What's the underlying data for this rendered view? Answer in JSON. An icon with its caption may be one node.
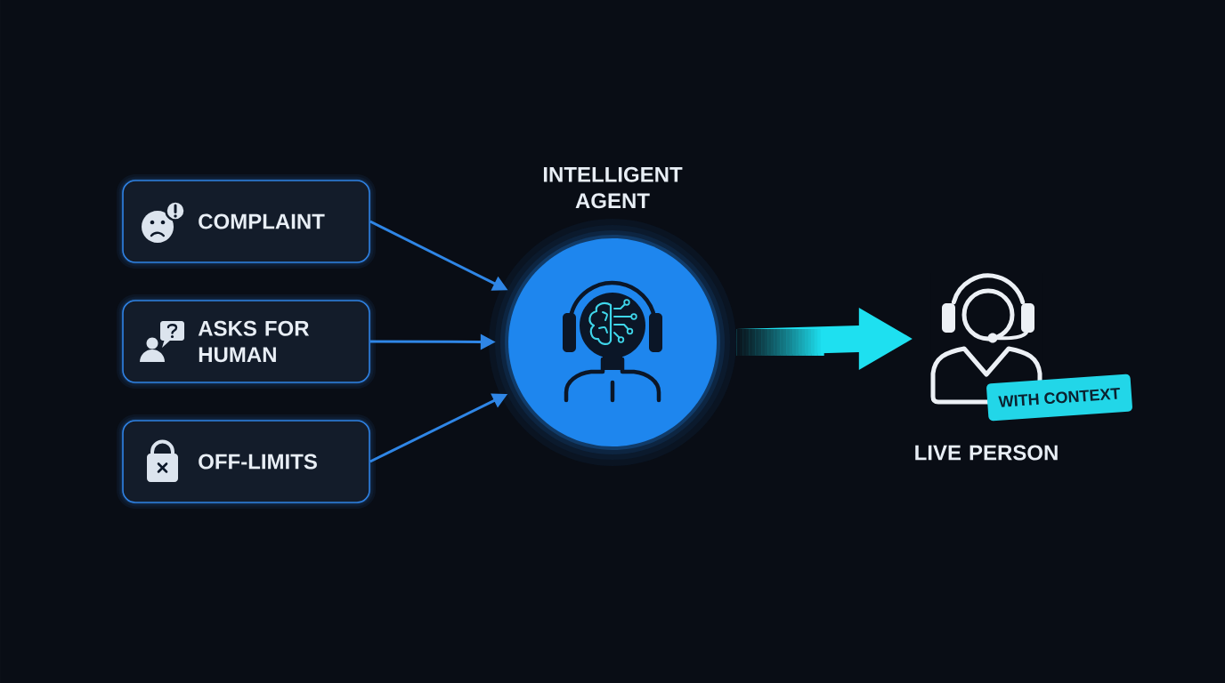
{
  "diagram": {
    "nodes": [
      {
        "text": [
          "COMPLAINT"
        ]
      },
      {
        "text": [
          "ASKS FOR HUMAN"
        ]
      },
      {
        "text": [
          "OFF-LIMITS"
        ]
      },
      {
        "text": [
          "INTELLIGENT AGENT"
        ]
      },
      {
        "text": [
          "LIVE PERSON"
        ]
      },
      {
        "text": [
          "WITH CONTEXT"
        ]
      }
    ],
    "edges": [
      {
        "from": 0,
        "to": 3,
        "arrow": "to"
      },
      {
        "from": 1,
        "to": 3,
        "arrow": "to"
      },
      {
        "from": 2,
        "to": 3,
        "arrow": "to"
      },
      {
        "from": 3,
        "to": 4,
        "arrow": "to",
        "style": "thick",
        "color": "#1ee0f0"
      }
    ]
  }
}
